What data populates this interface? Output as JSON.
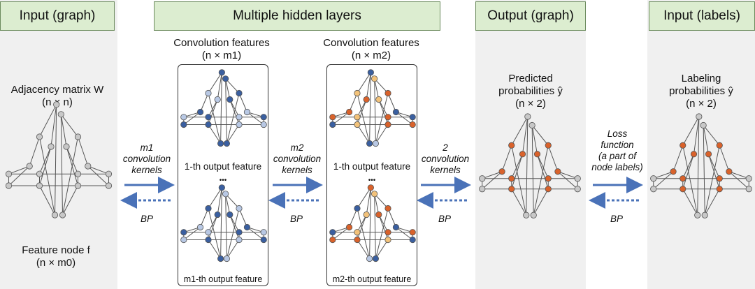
{
  "headers": {
    "input_graph": "Input (graph)",
    "hidden_layers": "Multiple hidden layers",
    "output_graph": "Output (graph)",
    "input_labels": "Input (labels)"
  },
  "input": {
    "adjacency_title": "Adjacency matrix W",
    "adjacency_dim": "(n × n)",
    "feature_title": "Feature node f",
    "feature_dim": "(n × m0)"
  },
  "layer1": {
    "title": "Convolution features",
    "dim": "(n × m1)",
    "first_output": "1-th output feature",
    "dots": "•••",
    "last_output": "m1-th output feature"
  },
  "layer2": {
    "title": "Convolution features",
    "dim": "(n × m2)",
    "first_output": "1-th output feature",
    "dots": "•••",
    "last_output": "m2-th output feature"
  },
  "output": {
    "title_line1": "Predicted",
    "title_line2": "probabilities ŷ",
    "dim": "(n × 2)"
  },
  "labels": {
    "title_line1": "Labeling",
    "title_line2": "probabilities ŷ",
    "dim": "(n × 2)"
  },
  "arrows": {
    "a1": [
      "m1",
      "convolution",
      "kernels"
    ],
    "a2": [
      "m2",
      "convolution",
      "kernels"
    ],
    "a3": [
      "2",
      "convolution",
      "kernels"
    ],
    "a4": [
      "Loss",
      "function",
      "(a part of",
      "node labels)"
    ],
    "bp": "BP"
  },
  "colors": {
    "header_fill": "#dcedd0",
    "panel_fill": "#f0f0f0",
    "node_gray": "#c8c8c8",
    "node_blue_dark": "#3a5fa0",
    "node_blue_light": "#b8c8e4",
    "node_orange": "#d9622b",
    "node_orange_light": "#f2c27a",
    "arrow_blue": "#4a72b8"
  }
}
